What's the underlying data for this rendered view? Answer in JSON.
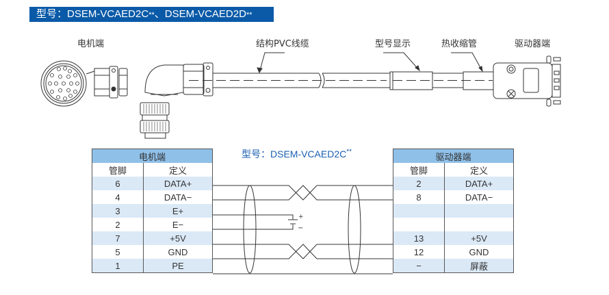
{
  "header": {
    "title_prefix": "型号：DSEM-VCAED2C",
    "stars1": "**",
    "separator": "、DSEM-VCAED2D",
    "stars2": "**"
  },
  "callouts": {
    "motor_end": "电机端",
    "cable": "结构PVC线缆",
    "model_display": "型号显示",
    "heat_shrink": "热收缩管",
    "driver_end": "驱动器端"
  },
  "wiring": {
    "model_prefix": "型号：DSEM-VCAED2C",
    "model_stars": "**",
    "battery_plus": "+",
    "battery_minus": "−"
  },
  "motor_table": {
    "title": "电机端",
    "col_pin": "管脚",
    "col_def": "定义",
    "rows": [
      {
        "pin": "6",
        "def": "DATA+"
      },
      {
        "pin": "4",
        "def": "DATA−"
      },
      {
        "pin": "3",
        "def": "E+"
      },
      {
        "pin": "2",
        "def": "E−"
      },
      {
        "pin": "7",
        "def": "+5V"
      },
      {
        "pin": "5",
        "def": "GND"
      },
      {
        "pin": "1",
        "def": "PE"
      }
    ]
  },
  "driver_table": {
    "title": "驱动器端",
    "col_pin": "管脚",
    "col_def": "定义",
    "rows": [
      {
        "pin": "2",
        "def": "DATA+"
      },
      {
        "pin": "8",
        "def": "DATA−"
      },
      {
        "pin": "",
        "def": ""
      },
      {
        "pin": "",
        "def": ""
      },
      {
        "pin": "13",
        "def": "+5V"
      },
      {
        "pin": "12",
        "def": "GND"
      },
      {
        "pin": "−",
        "def": "屏蔽"
      }
    ]
  },
  "colors": {
    "title_bg": "#0a5aa8",
    "table_header": "#8fc0e8",
    "table_alt_row": "#dbe9f7",
    "model_text": "#1a5fb0"
  }
}
